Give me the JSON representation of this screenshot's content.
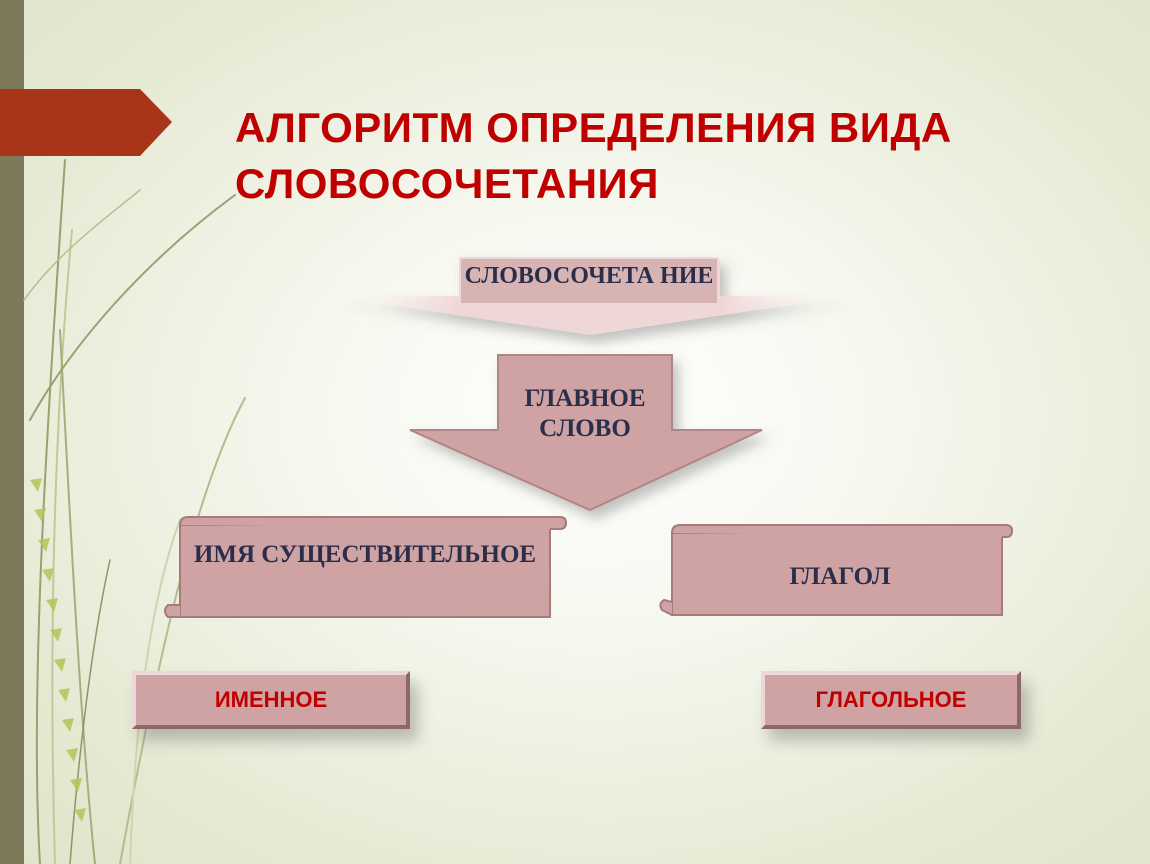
{
  "slide": {
    "title": "АЛГОРИТМ ОПРЕДЕЛЕНИЯ ВИДА СЛОВОСОЧЕТАНИЯ"
  },
  "diagram": {
    "root_label": "СЛОВОСОЧЕТА НИЕ",
    "main_word_label": "ГЛАВНОЕ СЛОВО",
    "noun_label": "ИМЯ СУЩЕСТВИТЕЛЬНОЕ",
    "verb_label": "ГЛАГОЛ",
    "nominal_result": "ИМЕННОЕ",
    "verbal_result": "ГЛАГОЛЬНОЕ"
  },
  "colors": {
    "title": "#c00000",
    "accent_tab": "#a8341a",
    "shape_fill": "#cfa3a3",
    "label_text": "#2b2e4a",
    "side_bar": "#7d7a5c"
  }
}
